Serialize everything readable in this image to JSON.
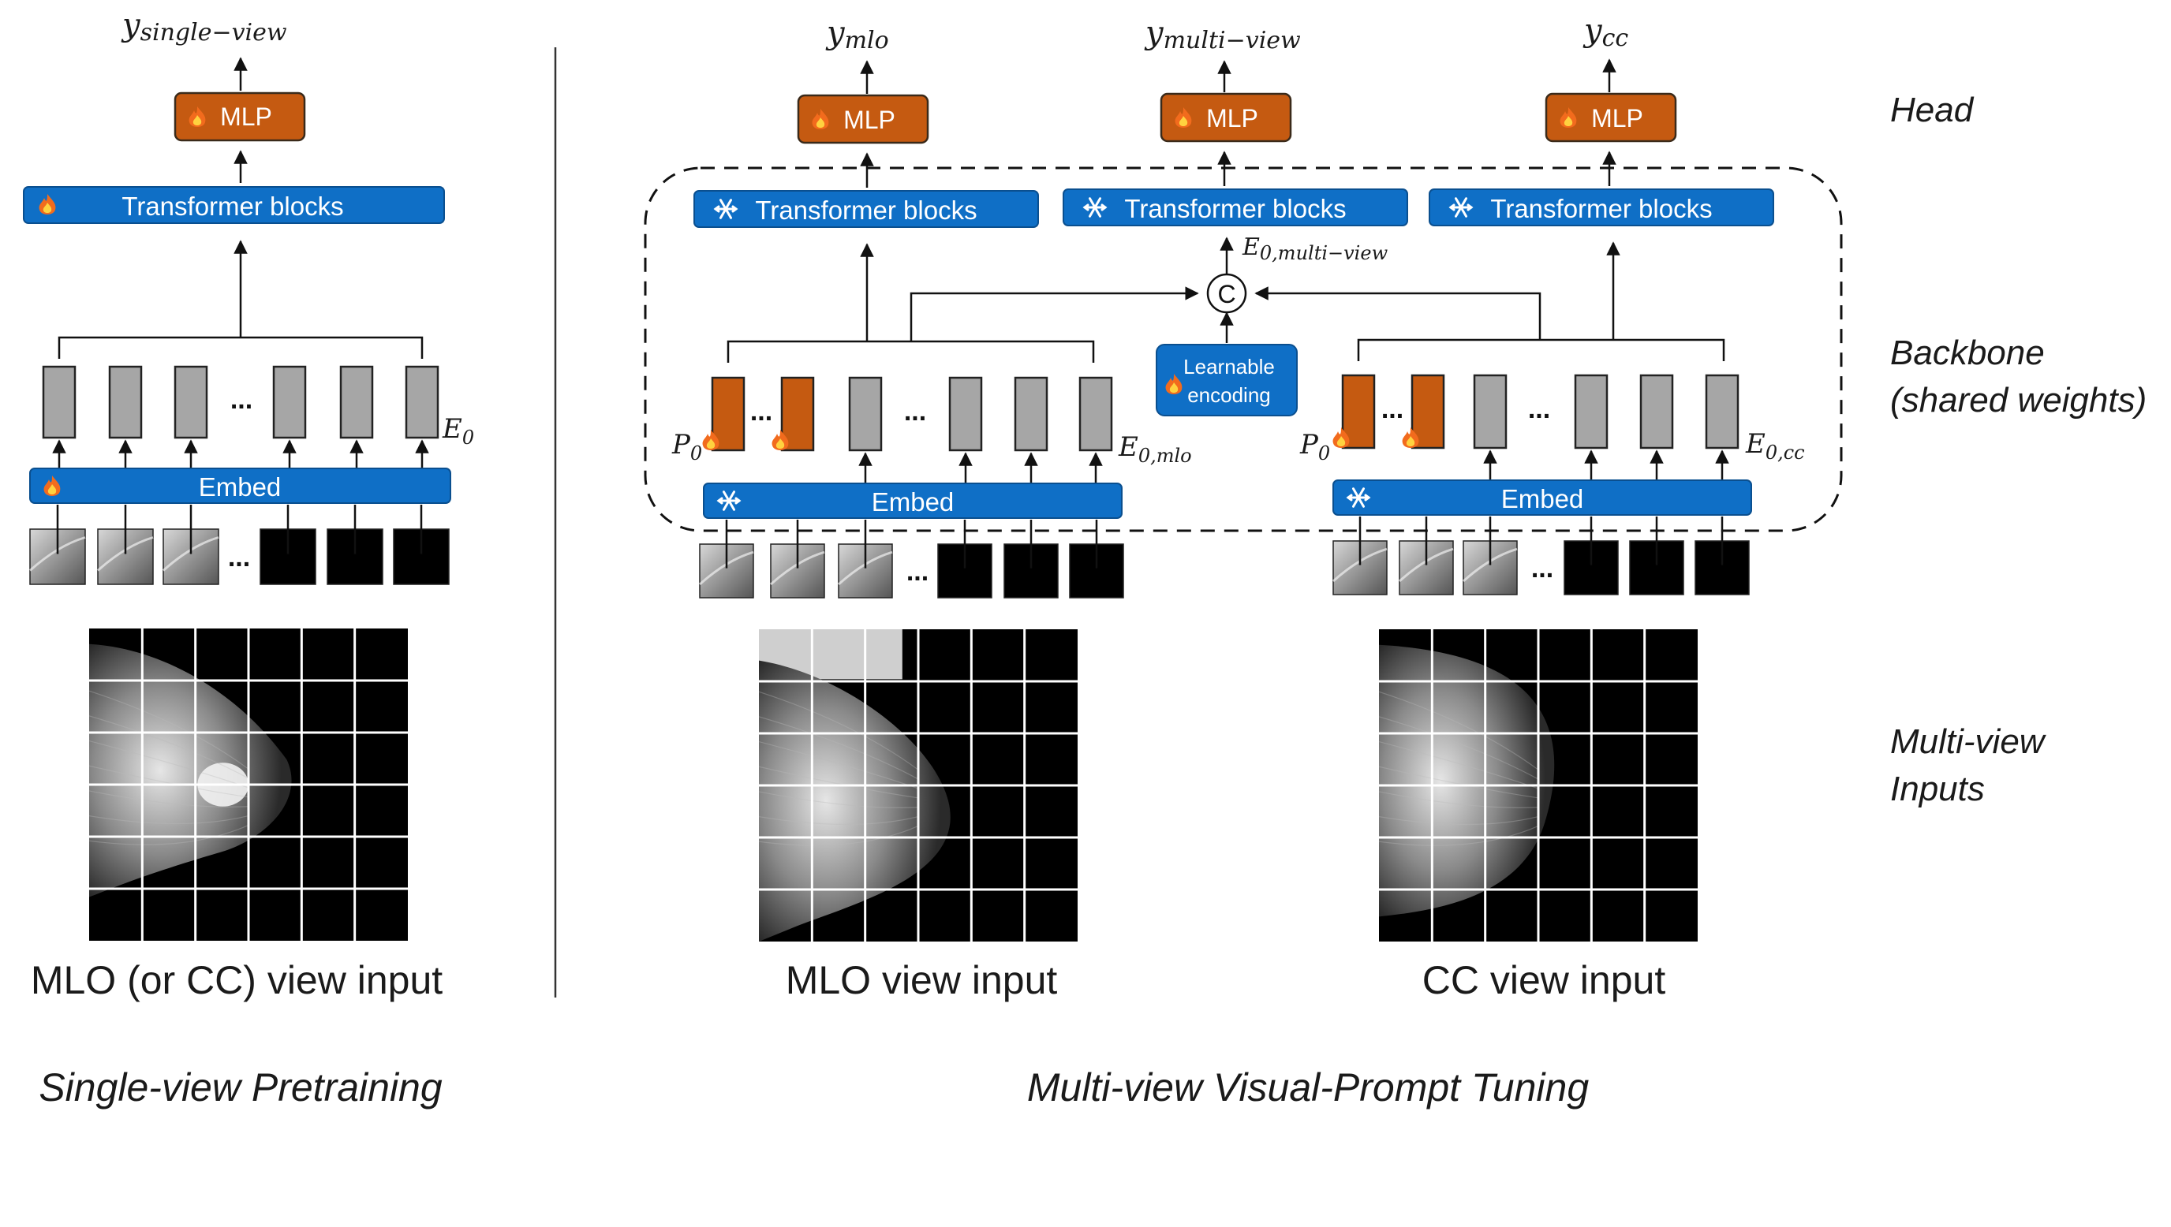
{
  "left": {
    "output": {
      "base": "y",
      "sub": "single−view"
    },
    "mlp": "MLP",
    "transformer": "Transformer blocks",
    "embed": "Embed",
    "token_label": {
      "base": "E",
      "sub": "0"
    },
    "ellipsis": "...",
    "input_caption": "MLO (or CC) view input",
    "section_caption": "Single-view Pretraining"
  },
  "right": {
    "outputs": {
      "mlo": {
        "base": "y",
        "sub": "mlo"
      },
      "multi": {
        "base": "y",
        "sub": "multi−view"
      },
      "cc": {
        "base": "y",
        "sub": "cc"
      }
    },
    "mlp": "MLP",
    "transformer": "Transformer blocks",
    "embed": "Embed",
    "concat_symbol": "C",
    "concat_label": {
      "base": "E",
      "sub": "0,multi−view"
    },
    "learnable_encoding": [
      "Learnable",
      "encoding"
    ],
    "mlo_token_label": {
      "base": "E",
      "sub": "0,mlo"
    },
    "cc_token_label": {
      "base": "E",
      "sub": "0,cc"
    },
    "prompt_label": {
      "base": "P",
      "sub": "0"
    },
    "ellipsis": "...",
    "mlo_caption": "MLO view input",
    "cc_caption": "CC view input",
    "section_caption": "Multi-view Visual-Prompt Tuning"
  },
  "side_labels": {
    "head": "Head",
    "backbone": [
      "Backbone",
      "(shared weights)"
    ],
    "inputs": [
      "Multi-view",
      "Inputs"
    ]
  },
  "colors": {
    "blue": "#0f6fc6",
    "blue_border": "#0a4f8f",
    "orange": "#c55a11",
    "orange_border": "#3a2a1a",
    "token_gray": "#a6a6a6",
    "text": "#1a1a1a"
  },
  "icons": {
    "trainable": "flame-icon",
    "frozen": "snowflake-icon"
  }
}
